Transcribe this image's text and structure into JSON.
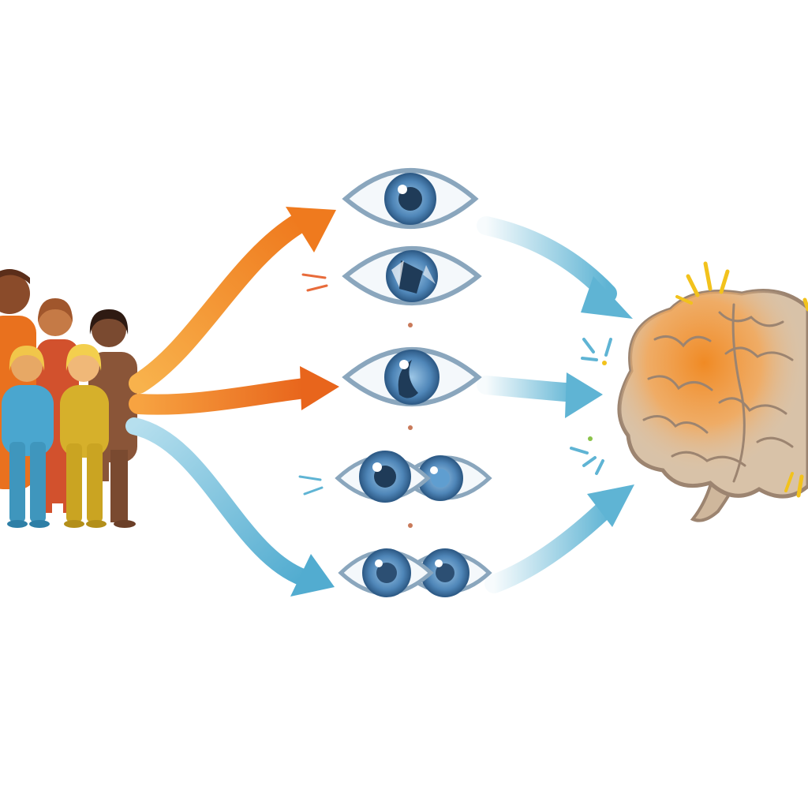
{
  "diagram": {
    "group": {
      "people": [
        {
          "name": "person-back-left",
          "skin": "#8a4b2a",
          "hair": "#5b2e1a",
          "clothes": "#e9711e"
        },
        {
          "name": "person-back-middle",
          "skin": "#c57a46",
          "hair": "#a0562c",
          "clothes": "#d2512d"
        },
        {
          "name": "person-back-right",
          "skin": "#7a4a30",
          "hair": "#2e1a12",
          "clothes": "#8a5538"
        },
        {
          "name": "person-front-left",
          "skin": "#e7a865",
          "hair": "#f1c64a",
          "clothes": "#4aa6cf"
        },
        {
          "name": "person-front-right",
          "skin": "#f0b878",
          "hair": "#f3cf4e",
          "clothes": "#d6b02b"
        }
      ]
    },
    "eyes": [
      {
        "name": "eye-normal",
        "pattern": "normal"
      },
      {
        "name": "eye-patterned-1",
        "pattern": "patterned"
      },
      {
        "name": "eye-patterned-2",
        "pattern": "crescent"
      },
      {
        "name": "eye-double-1",
        "pattern": "double"
      },
      {
        "name": "eye-double-2",
        "pattern": "double"
      }
    ],
    "colors": {
      "arrow_orange": "#ef7f22",
      "arrow_orange_light": "#f6a74a",
      "arrow_blue": "#5fb4d4",
      "arrow_blue_light": "#a9d8ea",
      "iris_blue": "#4f86b8",
      "iris_dark": "#2c4f73",
      "eye_outline": "#8aa6bd",
      "brain_tan": "#d8c2a8",
      "brain_outline": "#9c8470",
      "brain_glow": "#f29a38",
      "spark_yellow": "#f2c21c",
      "spark_blue": "#5fb4d4",
      "spark_orange": "#e86b3a"
    }
  }
}
